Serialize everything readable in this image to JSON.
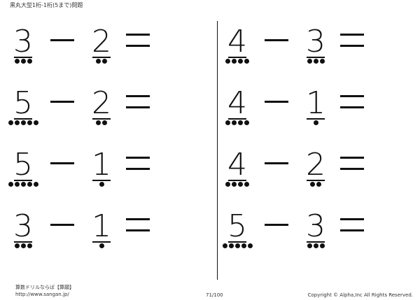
{
  "header": {
    "title": "黒丸大型1桁-1桁(5まで)問題"
  },
  "symbols": {
    "minus": "－",
    "equals": "＝"
  },
  "problems": [
    {
      "a": "3",
      "b": "2"
    },
    {
      "a": "4",
      "b": "3"
    },
    {
      "a": "5",
      "b": "2"
    },
    {
      "a": "4",
      "b": "1"
    },
    {
      "a": "5",
      "b": "1"
    },
    {
      "a": "4",
      "b": "2"
    },
    {
      "a": "3",
      "b": "1"
    },
    {
      "a": "5",
      "b": "3"
    }
  ],
  "footer": {
    "site_name": "算数ドリルならば【算願】",
    "url": "http://www.sangan.jp/",
    "page_number": "71/100",
    "copyright": "Copyright © Alpha,Inc All Rights Reserved."
  }
}
